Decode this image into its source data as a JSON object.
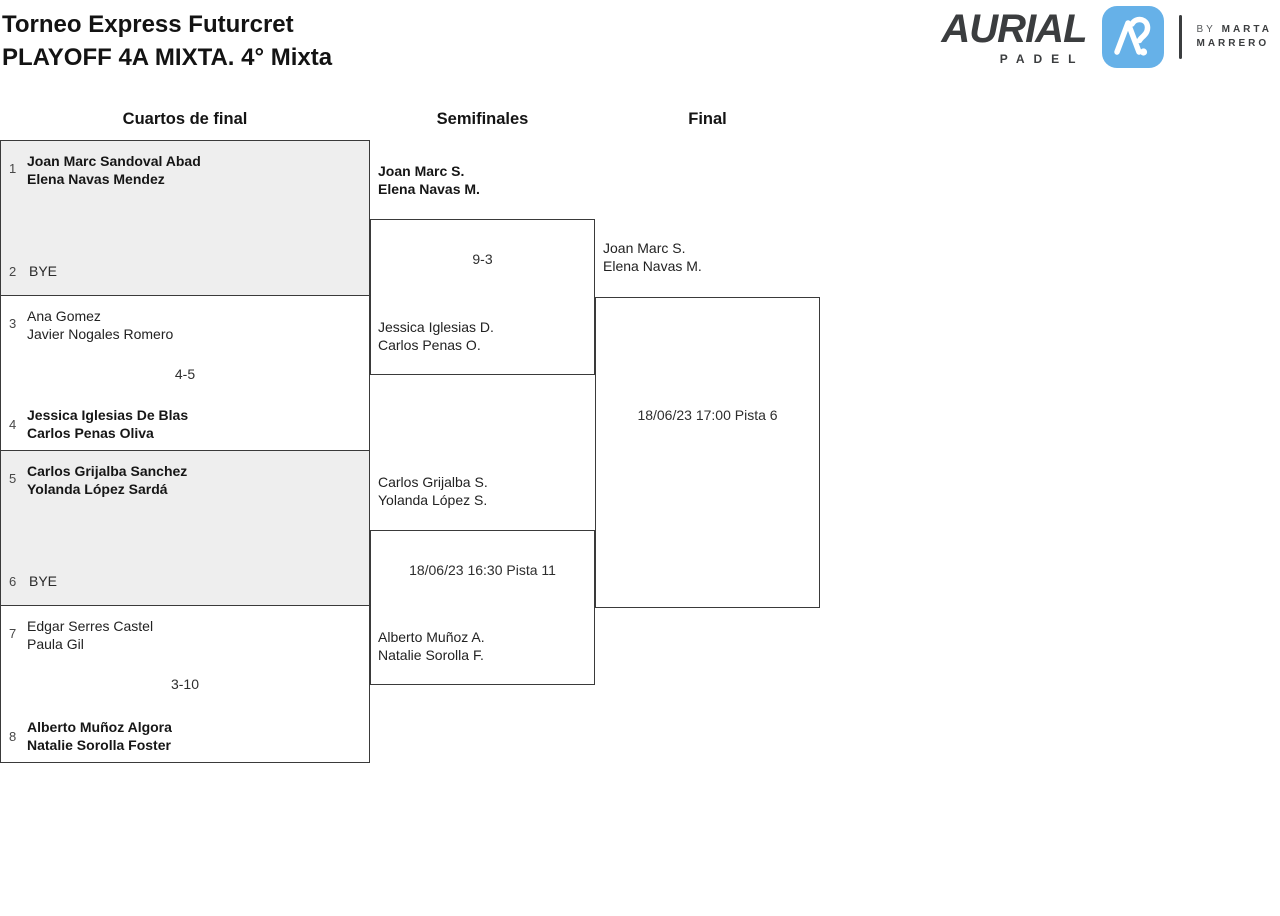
{
  "title": {
    "line1": "Torneo Express Futurcret",
    "line2": "PLAYOFF 4A MIXTA. 4° Mixta"
  },
  "logo": {
    "brand": "AURIAL",
    "sub": "PADEL",
    "by_prefix": "BY",
    "by_name_line1": "MARTA",
    "by_name_line2": "MARRERO"
  },
  "colors": {
    "logo_blue": "#66b1e8",
    "logo_dark": "#3b3d3f",
    "block_gray": "#eeeeee",
    "border": "#3a3a3a"
  },
  "columns": {
    "quarterfinals": "Cuartos de final",
    "semifinals": "Semifinales",
    "final": "Final"
  },
  "bracket": {
    "quarterfinals": [
      {
        "seed_top": "1",
        "top_line1": "Joan Marc Sandoval Abad",
        "top_line2": "Elena Navas Mendez",
        "seed_bottom": "2",
        "bottom_bye": "BYE",
        "score": ""
      },
      {
        "seed_top": "3",
        "top_line1": "Ana Gomez",
        "top_line2": "Javier Nogales Romero",
        "score": "4-5",
        "seed_bottom": "4",
        "bottom_line1": "Jessica Iglesias De Blas",
        "bottom_line2": "Carlos Penas Oliva"
      },
      {
        "seed_top": "5",
        "top_line1": "Carlos Grijalba Sanchez",
        "top_line2": "Yolanda López Sardá",
        "seed_bottom": "6",
        "bottom_bye": "BYE",
        "score": ""
      },
      {
        "seed_top": "7",
        "top_line1": "Edgar Serres Castel",
        "top_line2": "Paula Gil",
        "score": "3-10",
        "seed_bottom": "8",
        "bottom_line1": "Alberto Muñoz Algora",
        "bottom_line2": "Natalie Sorolla Foster"
      }
    ],
    "semifinals": [
      {
        "entry_line1": "Joan Marc S.",
        "entry_line2": "Elena Navas M.",
        "center": "9-3",
        "bottom_line1": "Jessica Iglesias D.",
        "bottom_line2": "Carlos Penas O."
      },
      {
        "entry_line1": "Carlos Grijalba S.",
        "entry_line2": "Yolanda López S.",
        "center": "18/06/23 16:30 Pista 11",
        "bottom_line1": "Alberto Muñoz A.",
        "bottom_line2": "Natalie Sorolla F."
      }
    ],
    "final": {
      "entry_line1": "Joan Marc S.",
      "entry_line2": "Elena Navas M.",
      "center": "18/06/23 17:00 Pista 6"
    }
  }
}
